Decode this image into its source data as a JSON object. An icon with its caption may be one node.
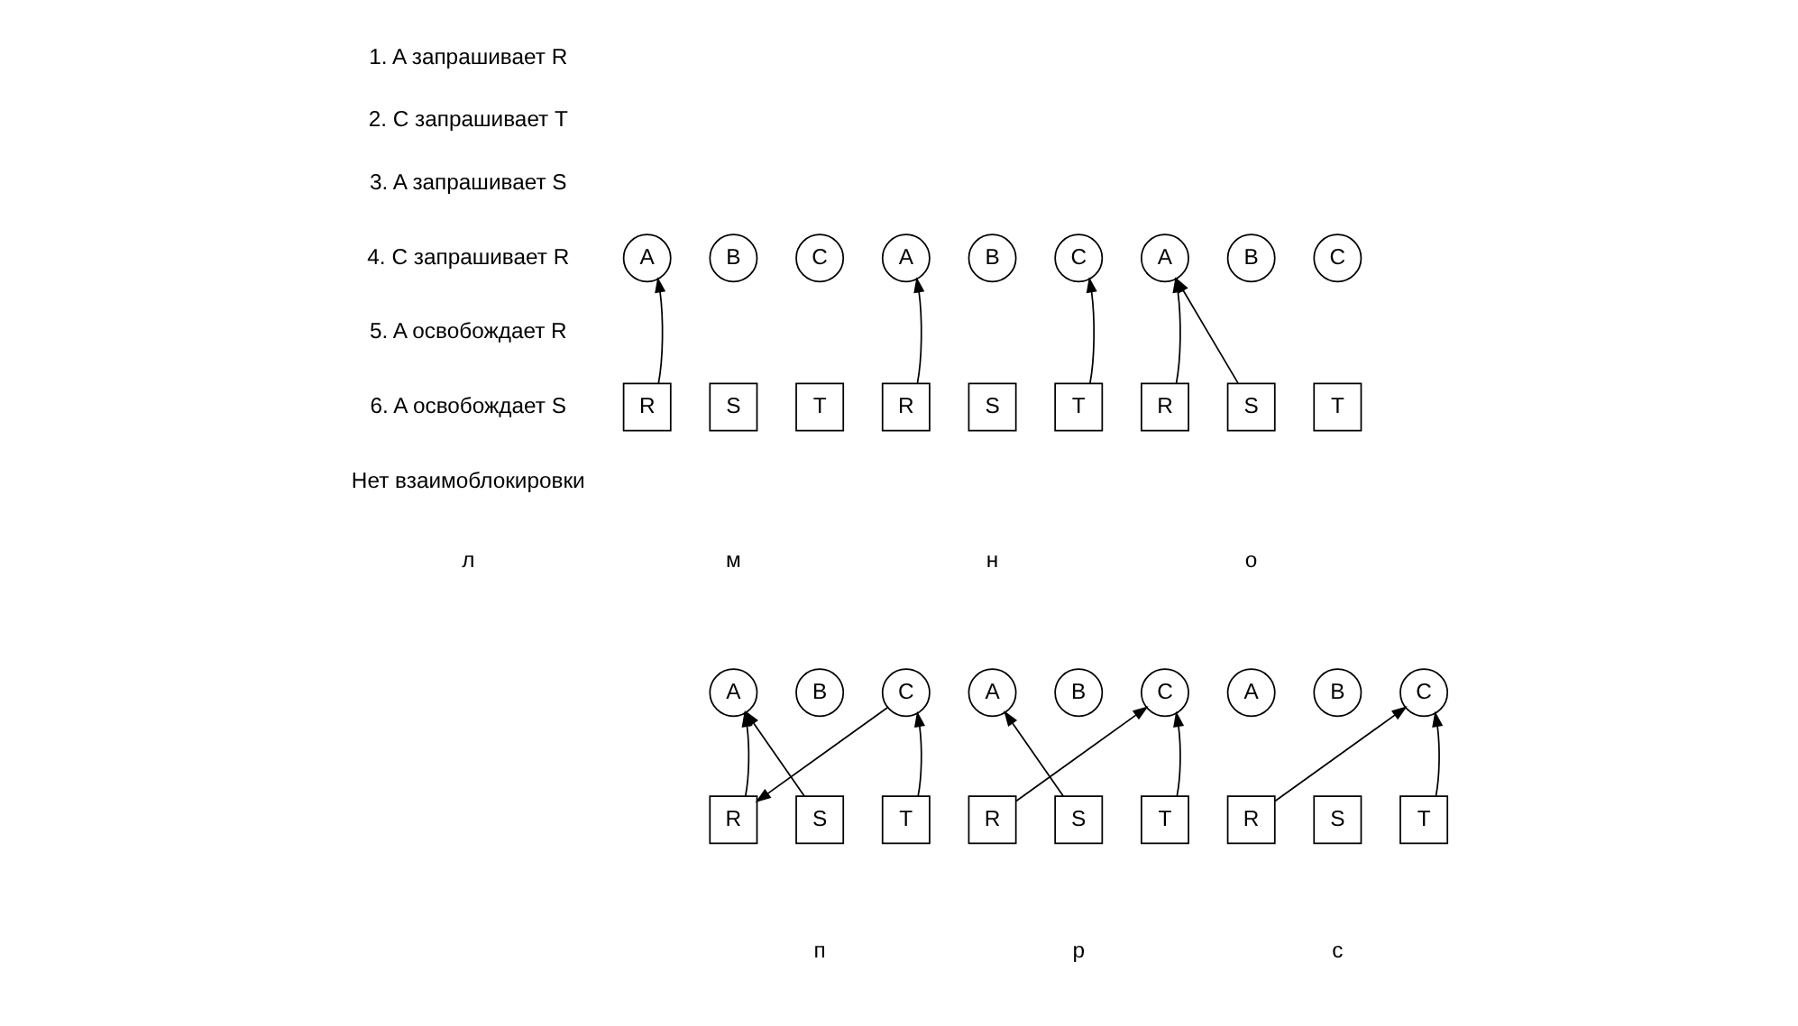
{
  "diagram": {
    "nodes": [
      {
        "text": [
          "A"
        ]
      },
      {
        "text": [
          "B"
        ]
      },
      {
        "text": [
          "C"
        ]
      },
      {
        "text": [
          "R"
        ]
      },
      {
        "text": [
          "S"
        ]
      },
      {
        "text": [
          "T"
        ]
      },
      {
        "text": [
          "A"
        ]
      },
      {
        "text": [
          "B"
        ]
      },
      {
        "text": [
          "C"
        ]
      },
      {
        "text": [
          "R"
        ]
      },
      {
        "text": [
          "S"
        ]
      },
      {
        "text": [
          "T"
        ]
      },
      {
        "text": [
          "A"
        ]
      },
      {
        "text": [
          "B"
        ]
      },
      {
        "text": [
          "C"
        ]
      },
      {
        "text": [
          "R"
        ]
      },
      {
        "text": [
          "S"
        ]
      },
      {
        "text": [
          "T"
        ]
      },
      {
        "text": [
          "A"
        ]
      },
      {
        "text": [
          "B"
        ]
      },
      {
        "text": [
          "C"
        ]
      },
      {
        "text": [
          "R"
        ]
      },
      {
        "text": [
          "S"
        ]
      },
      {
        "text": [
          "T"
        ]
      },
      {
        "text": [
          "A"
        ]
      },
      {
        "text": [
          "B"
        ]
      },
      {
        "text": [
          "C"
        ]
      },
      {
        "text": [
          "R"
        ]
      },
      {
        "text": [
          "S"
        ]
      },
      {
        "text": [
          "T"
        ]
      },
      {
        "text": [
          "A"
        ]
      },
      {
        "text": [
          "B"
        ]
      },
      {
        "text": [
          "C"
        ]
      },
      {
        "text": [
          "R"
        ]
      },
      {
        "text": [
          "S"
        ]
      },
      {
        "text": [
          "T"
        ]
      }
    ],
    "edges": [
      {
        "from": 3,
        "to": 0,
        "arrow": "to"
      },
      {
        "from": 9,
        "to": 6,
        "arrow": "to"
      },
      {
        "from": 11,
        "to": 8,
        "arrow": "to"
      },
      {
        "from": 15,
        "to": 12,
        "arrow": "to"
      },
      {
        "from": 16,
        "to": 12,
        "arrow": "to"
      },
      {
        "from": 21,
        "to": 18,
        "arrow": "to"
      },
      {
        "from": 22,
        "to": 18,
        "arrow": "to"
      },
      {
        "from": 23,
        "to": 20,
        "arrow": "to"
      },
      {
        "from": 20,
        "to": 21,
        "arrow": "to"
      },
      {
        "from": 28,
        "to": 24,
        "arrow": "to"
      },
      {
        "from": 29,
        "to": 26,
        "arrow": "to"
      },
      {
        "from": 27,
        "to": 26,
        "arrow": "to"
      },
      {
        "from": 35,
        "to": 32,
        "arrow": "to"
      },
      {
        "from": 33,
        "to": 32,
        "arrow": "to"
      }
    ],
    "labels": [
      "1. A запрашивает R",
      "2. C запрашивает T",
      "3. A запрашивает S",
      "4. C запрашивает R",
      "5. A освобождает R",
      "6. A освобождает S",
      "Нет взаимоблокировки",
      "л",
      "м",
      "н",
      "о",
      "п",
      "р",
      "с"
    ]
  }
}
